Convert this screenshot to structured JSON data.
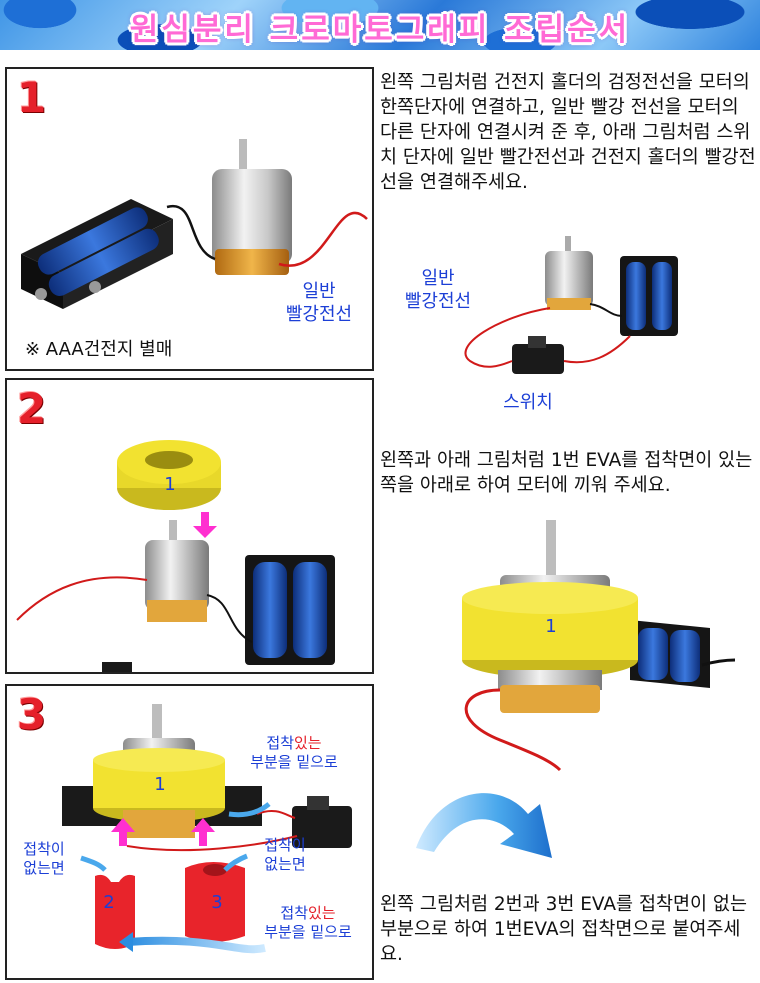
{
  "header": {
    "title": "원심분리 크로마토그래피 조립순서"
  },
  "steps": [
    {
      "number": "1",
      "note": "※ AAA건전지 별매",
      "wire_label_line1": "일반",
      "wire_label_line2": "빨강전선",
      "instruction": "왼쪽 그림처럼 건전지 홀더의 검정전선을 모터의 한쪽단자에  연결하고, 일반 빨강 전선을 모터의 다른 단자에 연결시켜 준 후, 아래 그림처럼 스위치 단자에  일반 빨간전선과 건전지 홀더의 빨강전선을 연결해주세요.",
      "side_wire_label_line1": "일반",
      "side_wire_label_line2": "빨강전선",
      "switch_label": "스위치"
    },
    {
      "number": "2",
      "ring_label": "1",
      "instruction": "왼쪽과 아래 그림처럼 1번 EVA를 접착면이 있는 쪽을 아래로 하여 모터에 끼워 주세요.",
      "side_ring_label": "1"
    },
    {
      "number": "3",
      "ring_label": "1",
      "piece_label_a": "2",
      "piece_label_b": "3",
      "callout_adhesive_top_a": "접착",
      "callout_adhesive_top_b": "있는",
      "callout_adhesive_top_line2": "부분을 밑으로",
      "callout_no_adhesive_left_line1": "접착이",
      "callout_no_adhesive_left_line2": "없는면",
      "callout_no_adhesive_right_line1": "접착이",
      "callout_no_adhesive_right_line2": "없는면",
      "callout_adhesive_bottom_a": "접착",
      "callout_adhesive_bottom_b": "있는",
      "callout_adhesive_bottom_line2": "부분을 밑으로",
      "instruction": "왼쪽 그림처럼 2번과 3번 EVA를 접착면이 없는 부분으로 하여 1번EVA의 접착면으로 붙여주세요."
    }
  ],
  "colors": {
    "title_pink": "#ff6ad5",
    "step_red": "#e5202a",
    "label_blue": "#1c3fd6",
    "eva_yellow": "#f2e230",
    "eva_red": "#e8242b",
    "battery_blue": "#1d4fb5",
    "arrow_magenta": "#ff2fd0",
    "arrow_skyblue": "#4aa8ec"
  }
}
